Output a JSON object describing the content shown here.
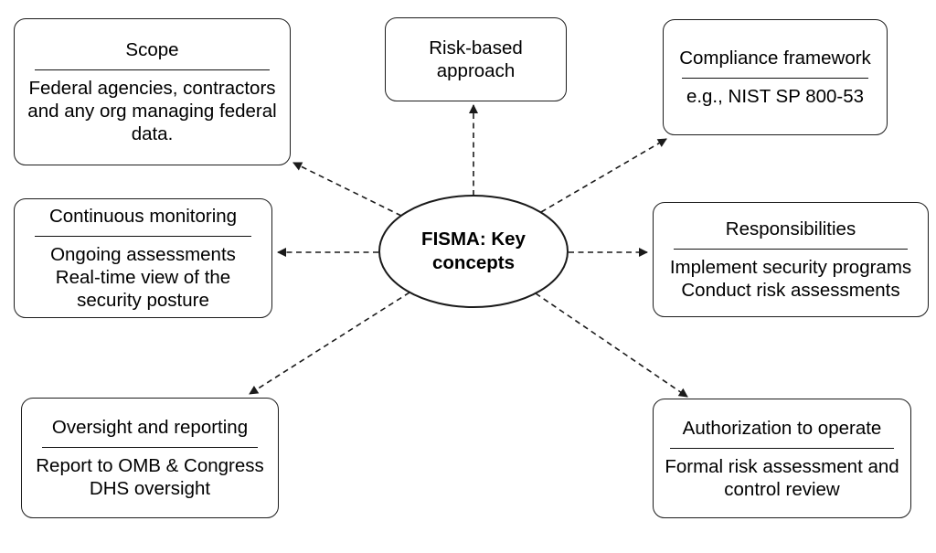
{
  "diagram": {
    "center": {
      "label": "FISMA: Key concepts"
    },
    "nodes": {
      "scope": {
        "title": "Scope",
        "body": [
          "Federal agencies, contractors and any org managing federal data."
        ]
      },
      "risk": {
        "title": "Risk-based approach"
      },
      "compliance": {
        "title": "Compliance framework",
        "body": [
          "e.g., NIST SP 800-53"
        ]
      },
      "continuous": {
        "title": "Continuous monitoring",
        "body": [
          "Ongoing assessments",
          "Real-time view of the security posture"
        ]
      },
      "responsibilities": {
        "title": "Responsibilities",
        "body": [
          "Implement security programs",
          "Conduct risk assessments"
        ]
      },
      "oversight": {
        "title": "Oversight and reporting",
        "body": [
          "Report to OMB & Congress",
          "DHS oversight"
        ]
      },
      "authorization": {
        "title": "Authorization to operate",
        "body": [
          "Formal risk assessment and control review"
        ]
      }
    },
    "colors": {
      "line": "#1a1a1a",
      "background": "#ffffff",
      "text": "#000000"
    }
  }
}
